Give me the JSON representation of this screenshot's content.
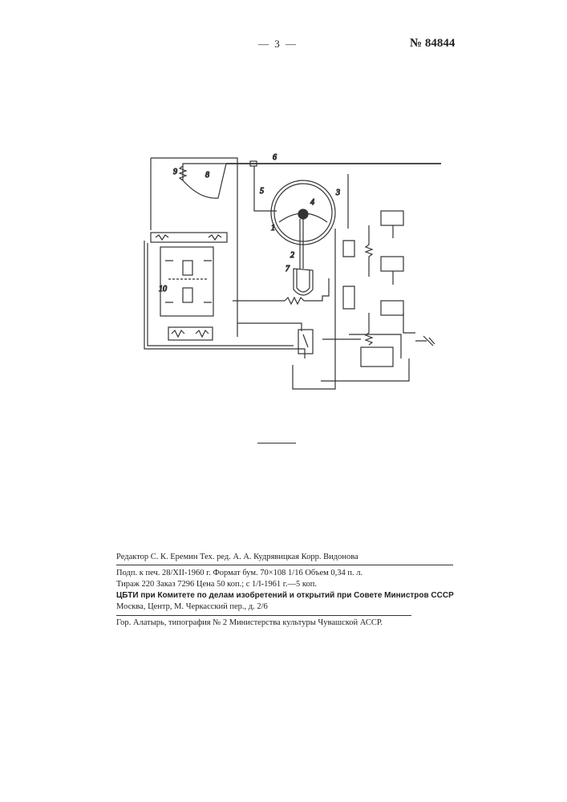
{
  "header": {
    "page_number": "— 3 —",
    "patent_number": "№ 84844"
  },
  "diagram": {
    "labels": {
      "l1": "1",
      "l2": "2",
      "l3": "3",
      "l4": "4",
      "l5": "5",
      "l6": "6",
      "l7": "7",
      "l8": "8",
      "l9": "9",
      "l10": "10"
    }
  },
  "imprint": {
    "editors": "Редактор С. К. Еремин Тех. ред. А. А. Кудрявицкая Корр. Видонова",
    "print_info": "Подп. к печ. 28/XII-1960 г. Формат бум. 70×108 1/16 Объем 0,34 п. л.",
    "circulation": "Тираж 220 Заказ 7296 Цена 50 коп.; с 1/I-1961 г.—5 коп.",
    "publisher": "ЦБТИ при Комитете по делам изобретений и открытий при Совете Министров СССР",
    "address": "Москва, Центр, М. Черкасский пер., д. 2/6",
    "printer": "Гор. Алатырь, типография № 2 Министерства культуры Чувашской АССР."
  }
}
